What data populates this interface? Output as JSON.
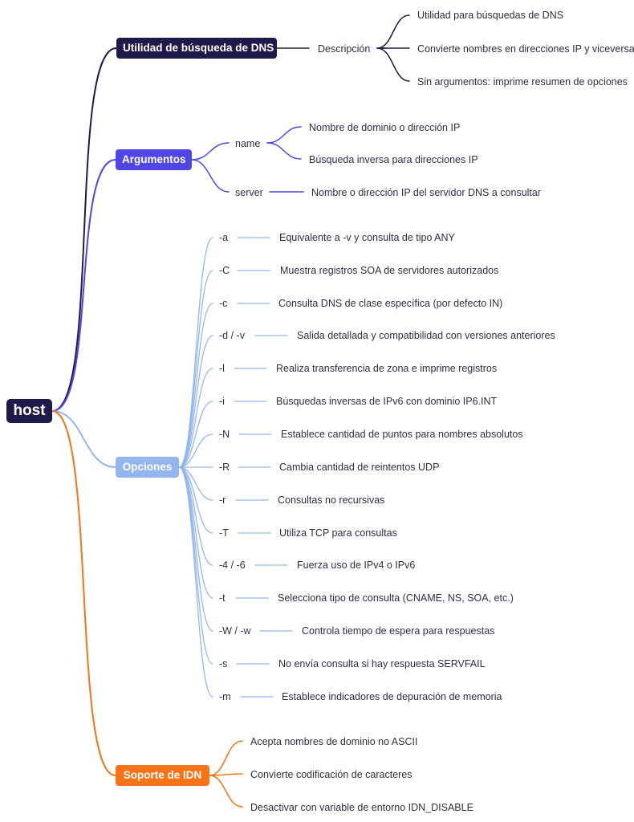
{
  "root": {
    "label": "host",
    "color": "#1e1b4b"
  },
  "colors": {
    "dns": "#1e1b4b",
    "args": "#4f46e5",
    "opts": "#93b6ef",
    "idn": "#f97316"
  },
  "dns": {
    "label": "Utilidad de búsqueda de DNS",
    "child": "Descripción",
    "leaves": [
      "Utilidad para búsquedas de DNS",
      "Convierte nombres en direcciones IP y viceversa",
      "Sin argumentos: imprime resumen de opciones"
    ]
  },
  "args": {
    "label": "Argumentos",
    "name": {
      "label": "name",
      "leaves": [
        "Nombre de dominio o dirección IP",
        "Búsqueda inversa para direcciones IP"
      ]
    },
    "server": {
      "label": "server",
      "leaves": [
        "Nombre o dirección IP del servidor DNS a consultar"
      ]
    }
  },
  "opts": {
    "label": "Opciones",
    "items": [
      {
        "flag": "-a",
        "desc": "Equivalente a -v y consulta de tipo ANY"
      },
      {
        "flag": "-C",
        "desc": "Muestra registros SOA de servidores autorizados"
      },
      {
        "flag": "-c",
        "desc": "Consulta DNS de clase específica (por defecto IN)"
      },
      {
        "flag": "-d / -v",
        "desc": "Salida detallada y compatibilidad con versiones anteriores"
      },
      {
        "flag": "-l",
        "desc": "Realiza transferencia de zona e imprime registros"
      },
      {
        "flag": "-i",
        "desc": "Búsquedas inversas de IPv6 con dominio IP6.INT"
      },
      {
        "flag": "-N",
        "desc": "Establece cantidad de puntos para nombres absolutos"
      },
      {
        "flag": "-R",
        "desc": "Cambia cantidad de reintentos UDP"
      },
      {
        "flag": "-r",
        "desc": "Consultas no recursivas"
      },
      {
        "flag": "-T",
        "desc": "Utiliza TCP para consultas"
      },
      {
        "flag": "-4 / -6",
        "desc": "Fuerza uso de IPv4 o IPv6"
      },
      {
        "flag": "-t",
        "desc": "Selecciona tipo de consulta (CNAME, NS, SOA, etc.)"
      },
      {
        "flag": "-W / -w",
        "desc": "Controla tiempo de espera para respuestas"
      },
      {
        "flag": "-s",
        "desc": "No envía consulta si hay respuesta SERVFAIL"
      },
      {
        "flag": "-m",
        "desc": "Establece indicadores de depuración de memoria"
      }
    ]
  },
  "idn": {
    "label": "Soporte de IDN",
    "leaves": [
      "Acepta nombres de dominio no ASCII",
      "Convierte codificación de caracteres",
      "Desactivar con variable de entorno IDN_DISABLE"
    ]
  }
}
